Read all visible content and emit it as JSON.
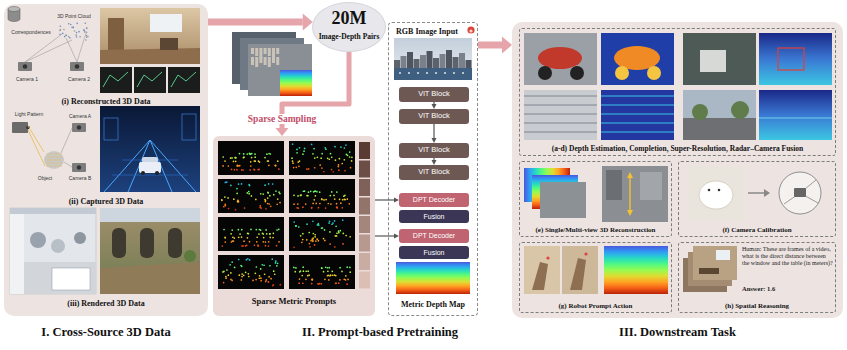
{
  "diagram": {
    "nodes": [
      {
        "text": [
          "I. Cross-Source 3D Data"
        ]
      },
      {
        "text": [
          "20M",
          "Image-Depth Pairs"
        ]
      },
      {
        "text": [
          "Sparse Metric Prompts"
        ]
      },
      {
        "text": [
          "RGB Image Input",
          "Metric Depth Map"
        ]
      },
      {
        "text": [
          "ViT Block"
        ],
        "in": 3
      },
      {
        "text": [
          "ViT Block"
        ],
        "in": 3
      },
      {
        "text": [
          "ViT Block"
        ],
        "in": 3
      },
      {
        "text": [
          "ViT Block"
        ],
        "in": 3
      },
      {
        "text": [
          "DPT Decoder"
        ],
        "in": 3
      },
      {
        "text": [
          "Fusion"
        ],
        "in": 3
      },
      {
        "text": [
          "DPT Decoder"
        ],
        "in": 3
      },
      {
        "text": [
          "Fusion"
        ],
        "in": 3
      },
      {
        "text": [
          "III. Downstream Task"
        ]
      },
      {
        "text": [
          "(a-d) Depth Estimation, Completion, Super-Resolution, Radar–Camera Fusion"
        ],
        "in": 12
      },
      {
        "text": [
          "(e) Single/Multi-view 3D Reconstruction"
        ],
        "in": 12
      },
      {
        "text": [
          "(f) Camera Calibration"
        ],
        "in": 12
      },
      {
        "text": [
          "(g) Robot Prompt Action"
        ],
        "in": 12
      },
      {
        "text": [
          "Human: These are frames of a video, what is the direct distance between the window and the table (in meters)?",
          "Answer: 1.6",
          "(h) Spatial Reasoning"
        ],
        "in": 12
      }
    ],
    "edges": [
      {
        "from": 0,
        "to": 1,
        "arrow": "to"
      },
      {
        "from": 1,
        "to": 2,
        "arrow": "to",
        "label": "Sparse Sampling"
      },
      {
        "from": 4,
        "to": 5,
        "arrow": "to"
      },
      {
        "from": 5,
        "to": 6,
        "arrow": "to"
      },
      {
        "from": 6,
        "to": 7,
        "arrow": "to"
      },
      {
        "from": 2,
        "to": 8,
        "arrow": "to"
      },
      {
        "from": 2,
        "to": 10,
        "arrow": "to"
      },
      {
        "from": 3,
        "to": 12,
        "arrow": "to"
      }
    ],
    "labels": [
      "(i) Reconstructed 3D Data",
      "3D Point Cloud",
      "Correspondences",
      "Camera 1",
      "Camera 2",
      "(ii) Captured 3D Data",
      "Light Pattern",
      "Camera A",
      "Camera B",
      "Object",
      "(iii) Rendered 3D Data",
      "II. Prompt-based Pretraining"
    ]
  }
}
